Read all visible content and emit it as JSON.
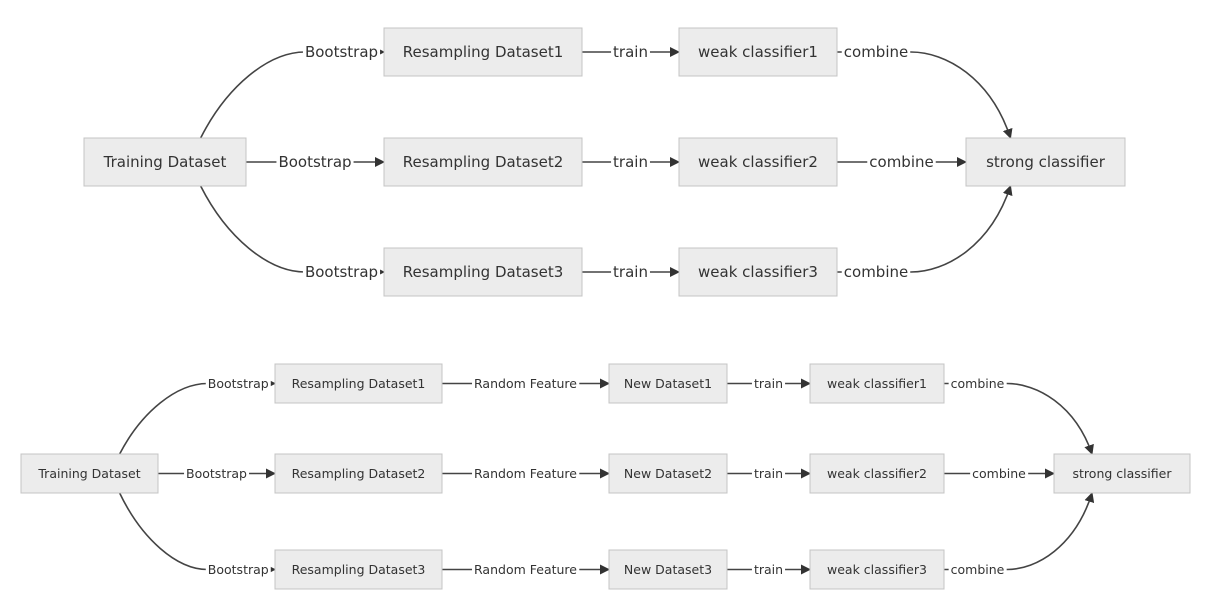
{
  "diagram_top": {
    "nodes": {
      "train": "Training Dataset",
      "r1": "Resampling Dataset1",
      "r2": "Resampling Dataset2",
      "r3": "Resampling Dataset3",
      "w1": "weak classifier1",
      "w2": "weak classifier2",
      "w3": "weak classifier3",
      "strong": "strong classifier"
    },
    "edges": [
      {
        "from": "train",
        "to": "r1",
        "label": "Bootstrap"
      },
      {
        "from": "train",
        "to": "r2",
        "label": "Bootstrap"
      },
      {
        "from": "train",
        "to": "r3",
        "label": "Bootstrap"
      },
      {
        "from": "r1",
        "to": "w1",
        "label": "train"
      },
      {
        "from": "r2",
        "to": "w2",
        "label": "train"
      },
      {
        "from": "r3",
        "to": "w3",
        "label": "train"
      },
      {
        "from": "w1",
        "to": "strong",
        "label": "combine"
      },
      {
        "from": "w2",
        "to": "strong",
        "label": "combine"
      },
      {
        "from": "w3",
        "to": "strong",
        "label": "combine"
      }
    ]
  },
  "diagram_bottom": {
    "nodes": {
      "train": "Training Dataset",
      "r1": "Resampling Dataset1",
      "r2": "Resampling Dataset2",
      "r3": "Resampling Dataset3",
      "n1": "New Dataset1",
      "n2": "New Dataset2",
      "n3": "New Dataset3",
      "w1": "weak classifier1",
      "w2": "weak classifier2",
      "w3": "weak classifier3",
      "strong": "strong classifier"
    },
    "edges": [
      {
        "from": "train",
        "to": "r1",
        "label": "Bootstrap"
      },
      {
        "from": "train",
        "to": "r2",
        "label": "Bootstrap"
      },
      {
        "from": "train",
        "to": "r3",
        "label": "Bootstrap"
      },
      {
        "from": "r1",
        "to": "n1",
        "label": "Random Feature"
      },
      {
        "from": "r2",
        "to": "n2",
        "label": "Random Feature"
      },
      {
        "from": "r3",
        "to": "n3",
        "label": "Random Feature"
      },
      {
        "from": "n1",
        "to": "w1",
        "label": "train"
      },
      {
        "from": "n2",
        "to": "w2",
        "label": "train"
      },
      {
        "from": "n3",
        "to": "w3",
        "label": "train"
      },
      {
        "from": "w1",
        "to": "strong",
        "label": "combine"
      },
      {
        "from": "w2",
        "to": "strong",
        "label": "combine"
      },
      {
        "from": "w3",
        "to": "strong",
        "label": "combine"
      }
    ]
  }
}
